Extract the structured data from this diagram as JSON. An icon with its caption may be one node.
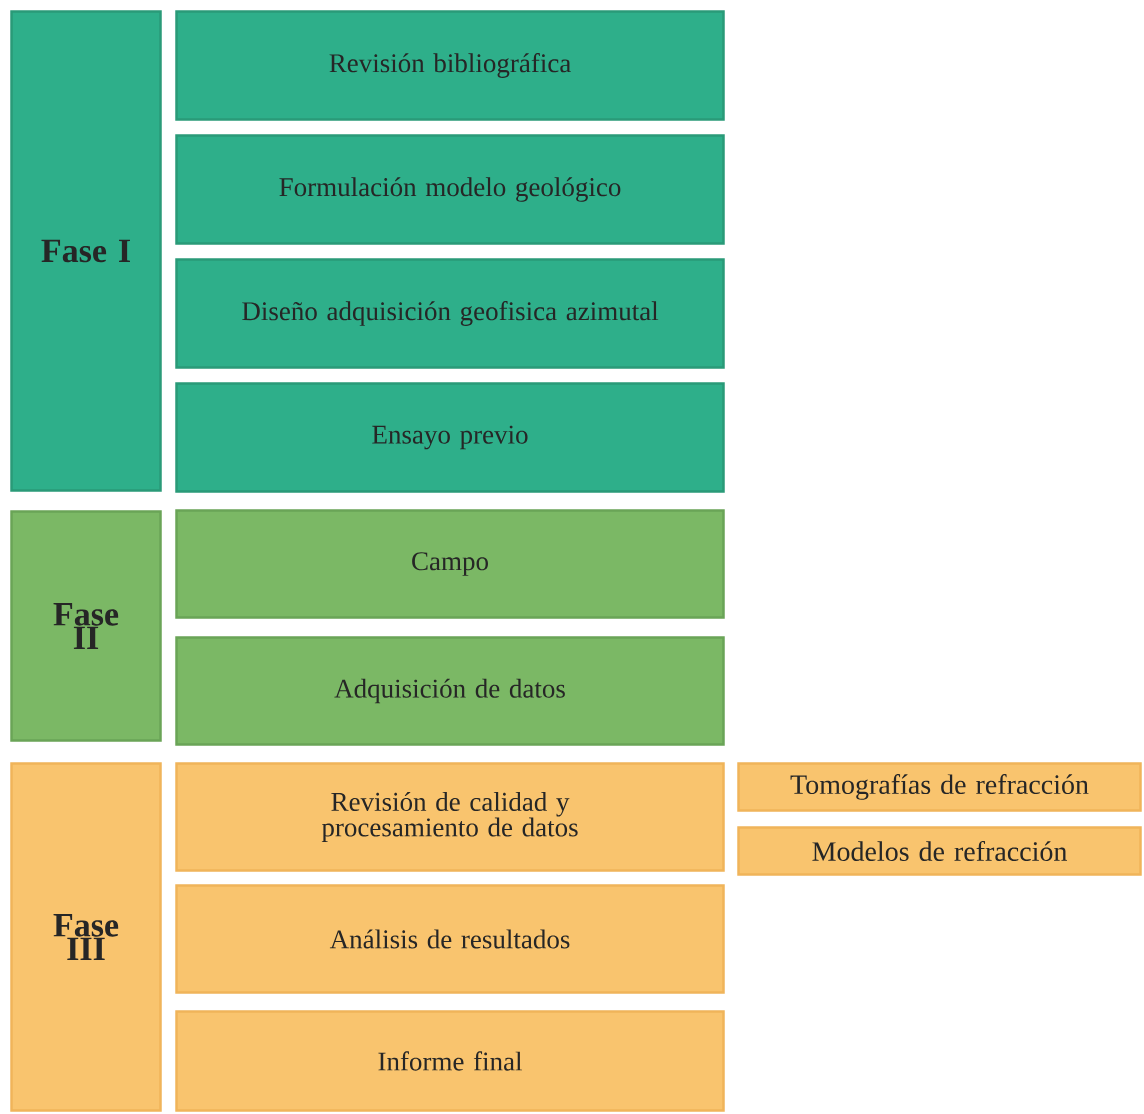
{
  "diagram": {
    "nodes": [
      {
        "text": [
          "Fase I"
        ]
      },
      {
        "text": [
          "Revisión bibliográfica"
        ]
      },
      {
        "text": [
          "Formulación modelo geológico"
        ]
      },
      {
        "text": [
          "Diseño adquisición geofisica azimutal"
        ]
      },
      {
        "text": [
          "Ensayo previo"
        ]
      },
      {
        "text": [
          "Fase II"
        ]
      },
      {
        "text": [
          "Campo"
        ]
      },
      {
        "text": [
          "Adquisición de datos"
        ]
      },
      {
        "text": [
          "Fase III"
        ]
      },
      {
        "text": [
          "Revisión de calidad y procesamiento de datos"
        ]
      },
      {
        "text": [
          "Análisis de resultados"
        ]
      },
      {
        "text": [
          "Informe final"
        ]
      },
      {
        "text": [
          "Tomografías de refracción"
        ]
      },
      {
        "text": [
          "Modelos de refracción"
        ]
      }
    ]
  }
}
